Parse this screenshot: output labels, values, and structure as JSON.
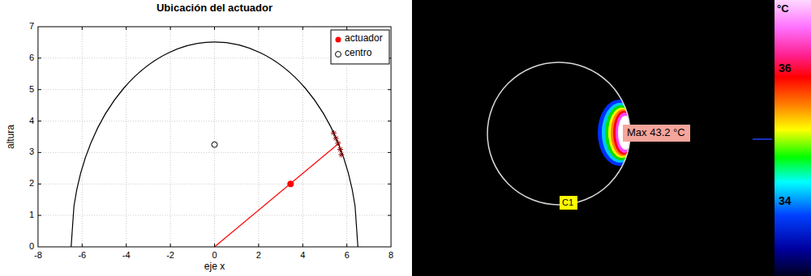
{
  "diagram": {
    "title": "Ubicación del actuador",
    "nodes": [
      {
        "text": [
          "Max 43.2 °C"
        ]
      },
      {
        "text": [
          "C1"
        ]
      }
    ],
    "labels": [
      "-8",
      "-6",
      "-4",
      "-2",
      "0",
      "2",
      "4",
      "6",
      "8",
      "0",
      "1",
      "2",
      "3",
      "4",
      "5",
      "6",
      "7",
      "eje x",
      "altura",
      "°C",
      "36",
      "34"
    ],
    "legend": [
      {
        "text": "actuador"
      },
      {
        "text": "centro"
      }
    ]
  }
}
